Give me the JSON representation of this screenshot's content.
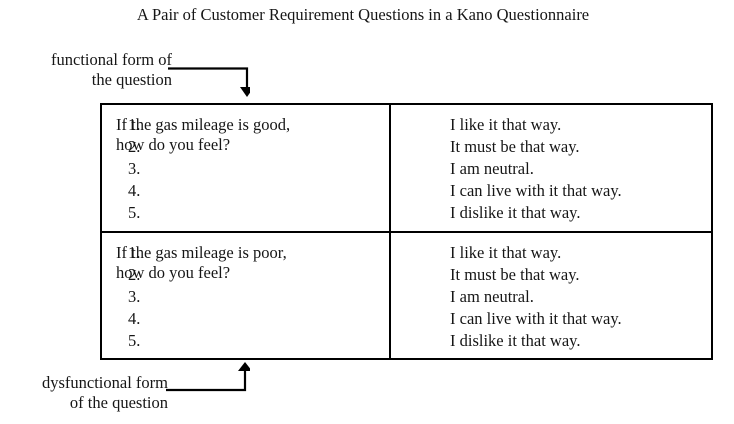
{
  "figure": {
    "title": "A Pair of Customer Requirement Questions in a Kano Questionnaire"
  },
  "annotations": {
    "functional": {
      "line1": "functional form of",
      "line2": "the question",
      "arrow_direction": "down"
    },
    "dysfunctional": {
      "line1": "dysfunctional form",
      "line2": "of the question",
      "arrow_direction": "up"
    }
  },
  "table": {
    "rows": [
      {
        "question_line1": "If the gas mileage is good,",
        "question_line2": "how do you feel?",
        "answers": [
          {
            "num": "1.",
            "text": "I like it that way."
          },
          {
            "num": "2.",
            "text": "It must be that way."
          },
          {
            "num": "3.",
            "text": "I am neutral."
          },
          {
            "num": "4.",
            "text": "I can live with it that way."
          },
          {
            "num": "5.",
            "text": "I dislike it that way."
          }
        ]
      },
      {
        "question_line1": "If the gas mileage is poor,",
        "question_line2": "how do you feel?",
        "answers": [
          {
            "num": "1.",
            "text": "I like it that way."
          },
          {
            "num": "2.",
            "text": "It must be that way."
          },
          {
            "num": "3.",
            "text": "I am neutral."
          },
          {
            "num": "4.",
            "text": "I can live with it that way."
          },
          {
            "num": "5.",
            "text": "I dislike it that way."
          }
        ]
      }
    ]
  },
  "colors": {
    "text": "#161616",
    "rule": "#000000",
    "background": "#ffffff"
  }
}
